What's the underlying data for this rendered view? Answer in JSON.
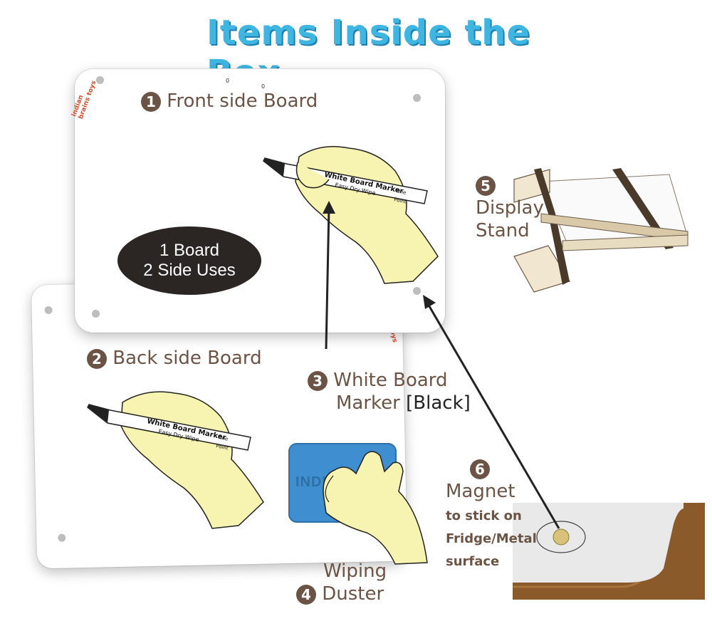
{
  "title": "Items Inside the Box",
  "brand": {
    "line1": "indian brains",
    "line2": "toys"
  },
  "front_tick_marks": [
    "0",
    "0"
  ],
  "items": [
    {
      "number": "1",
      "label": "Front side Board"
    },
    {
      "number": "2",
      "label": "Back side Board"
    },
    {
      "number": "3",
      "label_line1": "White Board",
      "label_line2": "Marker",
      "label_suffix": "[Black]"
    },
    {
      "number": "4",
      "label_line1": "Wiping",
      "label_line2": "Duster"
    },
    {
      "number": "5",
      "label_line1": "Display",
      "label_line2": "Stand"
    },
    {
      "number": "6",
      "label": "Magnet",
      "sub_line1": "to stick on",
      "sub_line2": "Fridge/Metal",
      "sub_line3": "surface"
    }
  ],
  "oval": {
    "line1": "1 Board",
    "line2": "2 Side Uses"
  },
  "marker": {
    "brand_text": "White Board Marker",
    "sub_text": "Easy Dry Wipe",
    "tip_line1": "Fine",
    "tip_line2": "Point"
  },
  "duster_text": "INDIAN",
  "colors": {
    "title": "#3fb6e2",
    "label": "#6b5446",
    "hand": "#f7f3b0",
    "duster": "#3f8fd0",
    "wood": "#f1e6cf"
  }
}
